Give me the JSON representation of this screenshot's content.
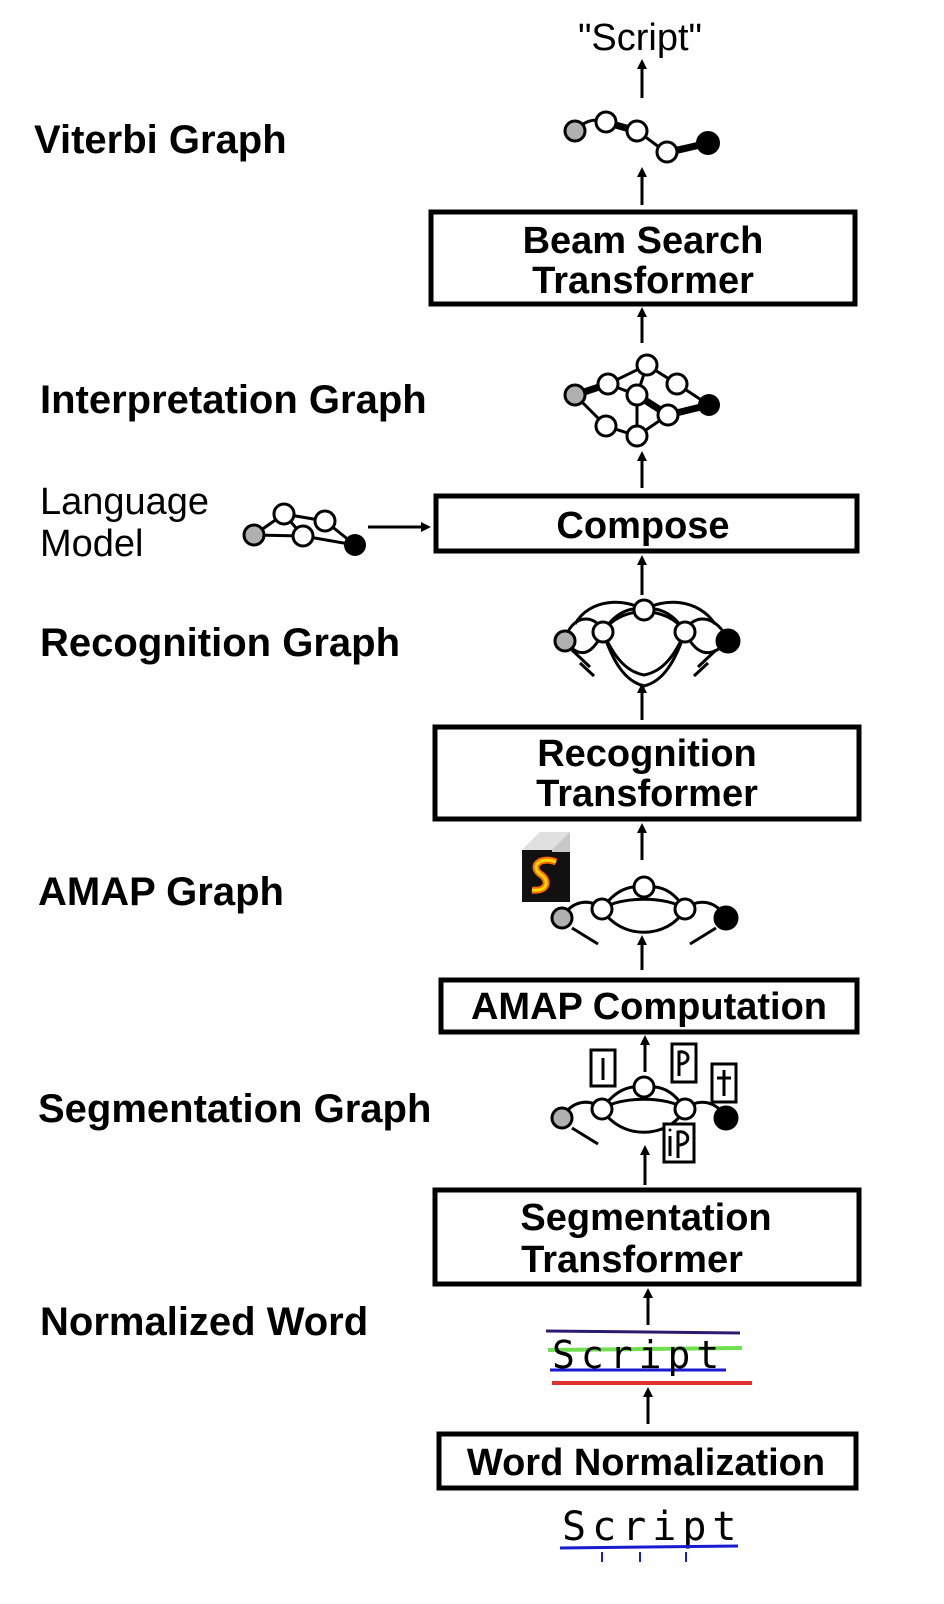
{
  "output_label": "\"Script\"",
  "labels": {
    "viterbi": "Viterbi Graph",
    "interpretation": "Interpretation Graph",
    "language_model_line1": "Language",
    "language_model_line2": "Model",
    "recognition_graph": "Recognition Graph",
    "amap_graph": "AMAP Graph",
    "segmentation_graph": "Segmentation Graph",
    "normalized_word": "Normalized Word"
  },
  "boxes": {
    "beam_line1": "Beam Search",
    "beam_line2": "Transformer",
    "compose": "Compose",
    "recognition_line1": "Recognition",
    "recognition_line2": "Transformer",
    "amap": "AMAP Computation",
    "segmentation_line1": "Segmentation",
    "segmentation_line2": "Transformer",
    "word_normalization": "Word Normalization"
  },
  "handwriting": {
    "normalized": "Script",
    "raw": "Script"
  },
  "colors": {
    "baseline_red": "#e03030",
    "line_green": "#70e050",
    "line_blue": "#1a1ad0",
    "line_navy": "#2a1a70",
    "node_grey": "#b0b0b0",
    "cube_orange": "#ff6a00",
    "cube_yellow": "#ffd800"
  }
}
